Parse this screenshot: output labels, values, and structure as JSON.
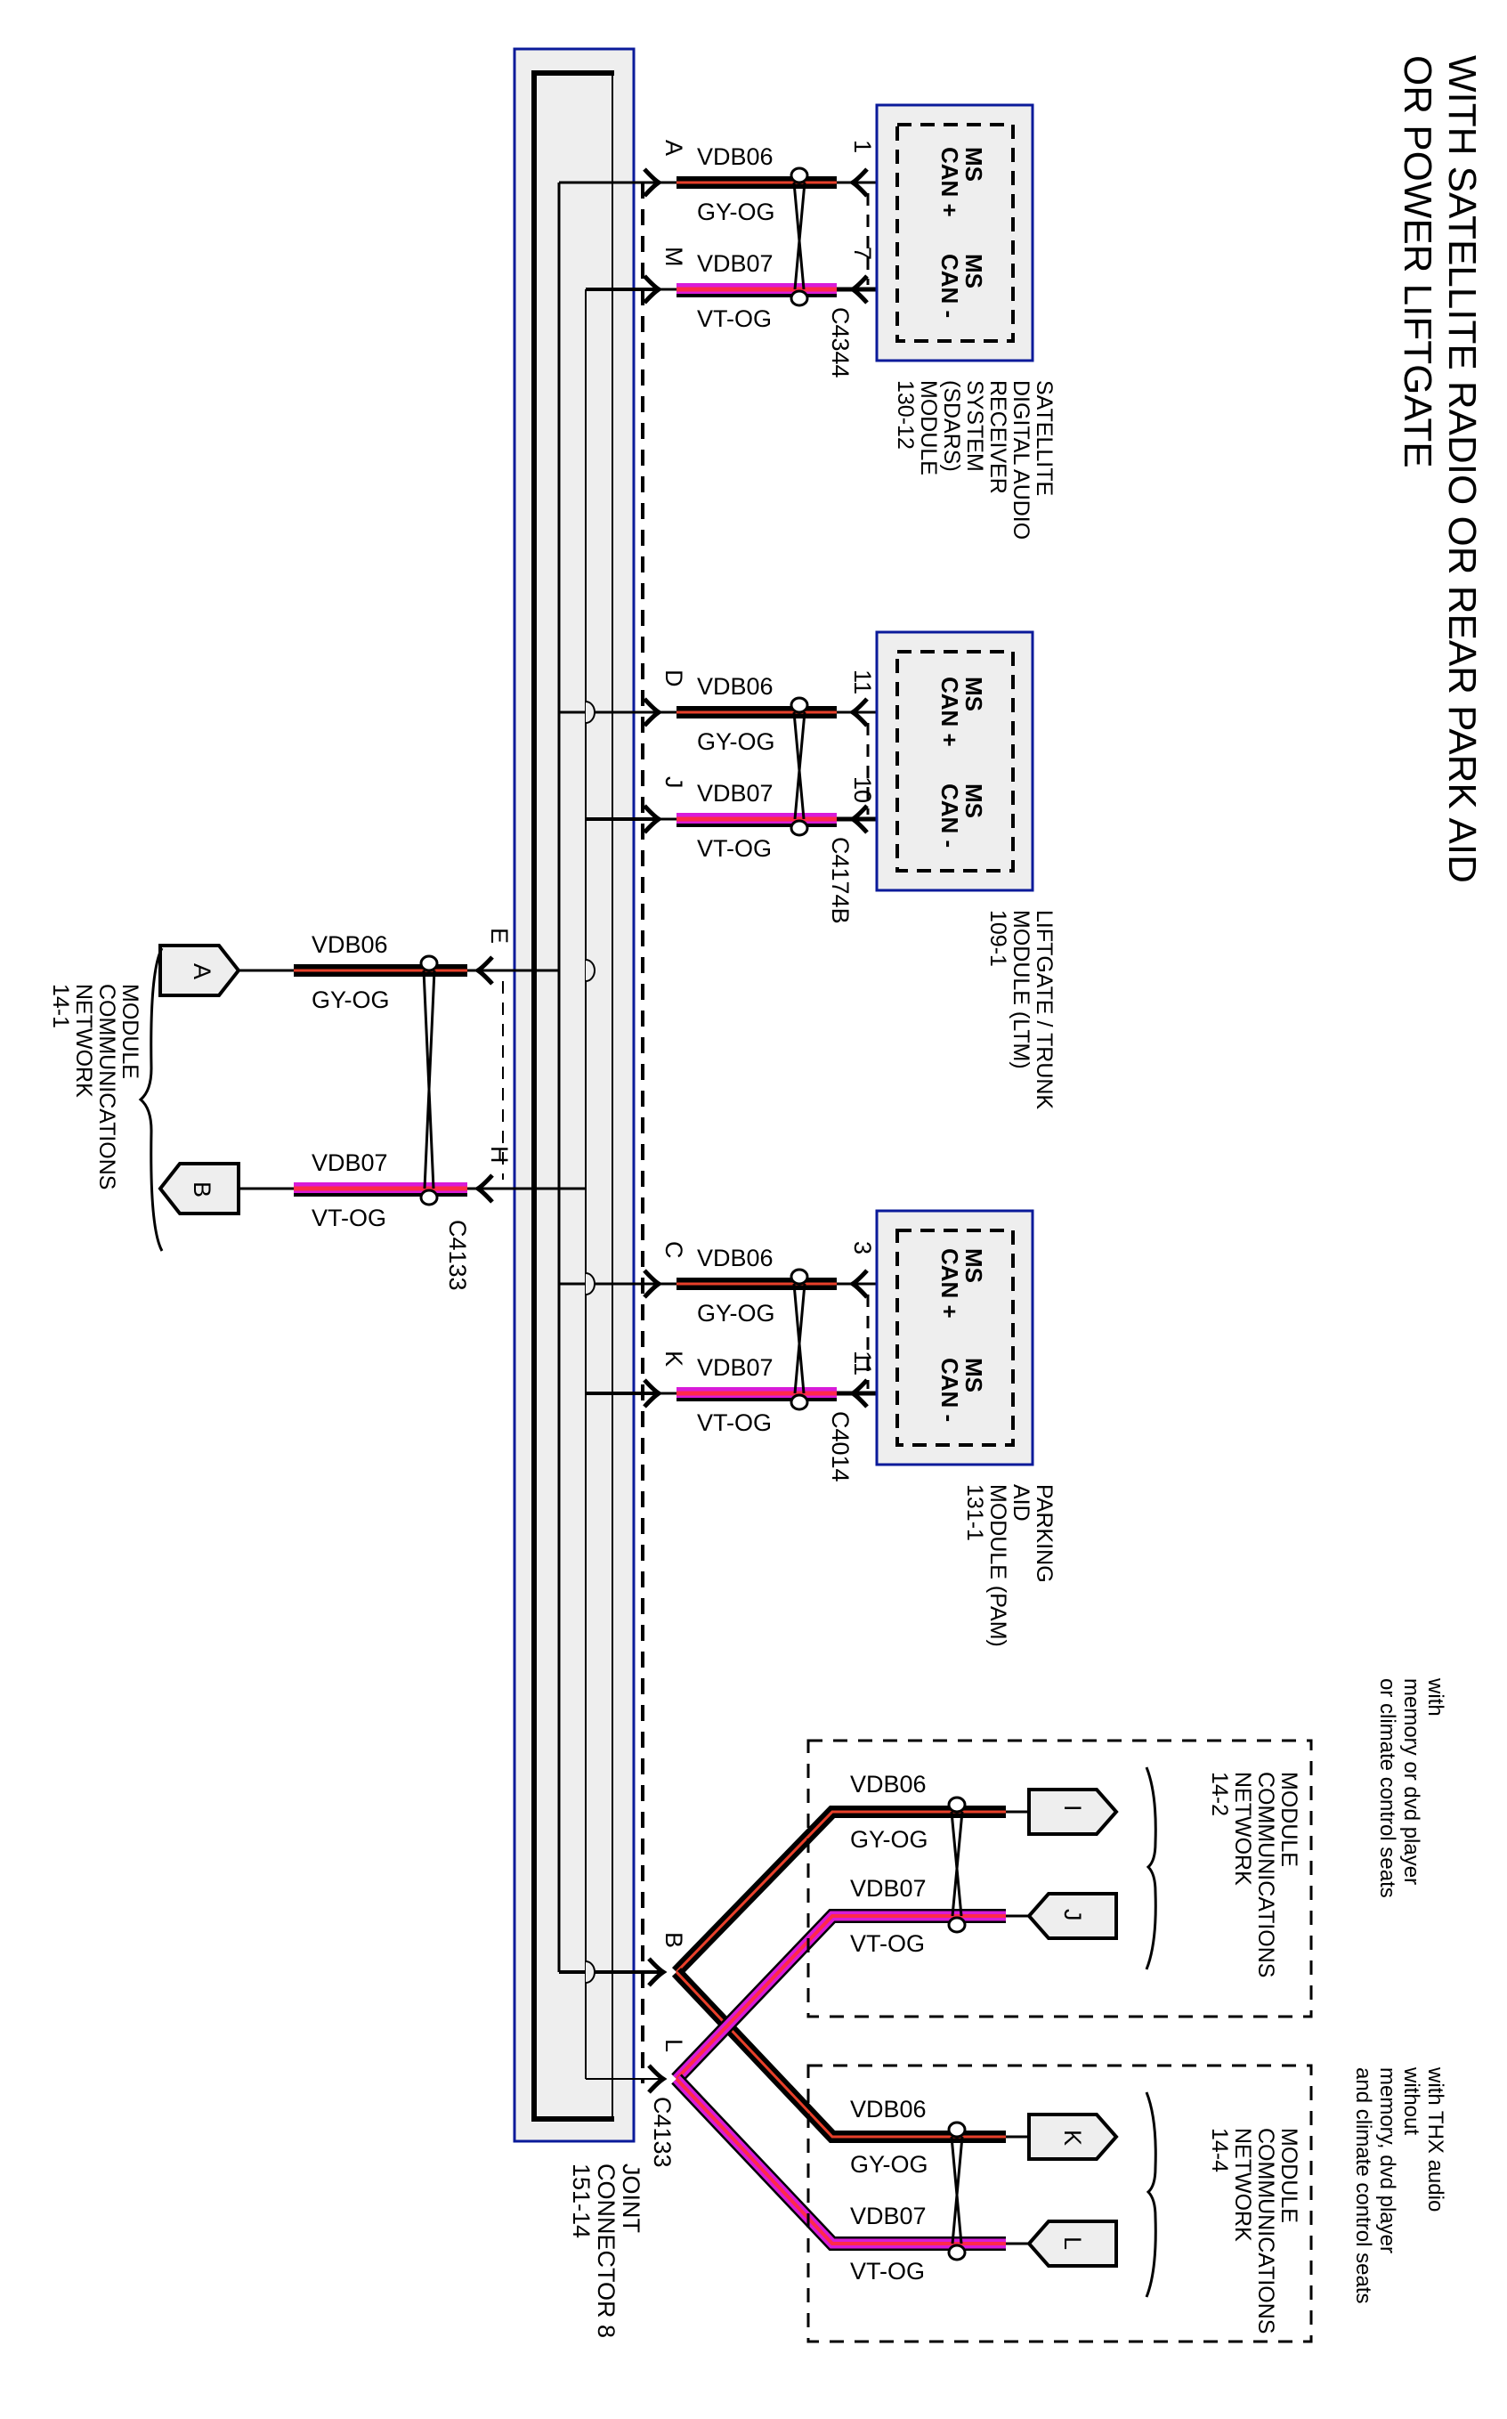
{
  "title": {
    "line1": "WITH SATELLITE RADIO OR REAR PARK AID",
    "line2": "OR POWER LIFTGATE"
  },
  "colors": {
    "can_plus_wire_outer": "#000000",
    "can_plus_wire_stripe": "#e8402a",
    "can_minus_wire_outer": "#d81bd8",
    "can_minus_wire_stripe": "#ff2a4a",
    "module_fill": "#eeeeee",
    "module_border": "#0a1a9a"
  },
  "joint_connector": {
    "label_lines": [
      "JOINT",
      "CONNECTOR 8",
      "151-14"
    ],
    "connector_id": "C4133"
  },
  "modules": [
    {
      "id": "sdars",
      "label_lines": [
        "SATELLITE",
        "DIGITAL AUDIO",
        "RECEIVER",
        "SYSTEM",
        "(SDARS)",
        "MODULE",
        "130-12"
      ],
      "connector": "C4344",
      "pins": [
        {
          "joint_pin": "A",
          "module_pin": "1",
          "circuit": "VDB06",
          "color": "GY-OG",
          "signal_lines": [
            "MS",
            "CAN +"
          ]
        },
        {
          "joint_pin": "M",
          "module_pin": "7",
          "circuit": "VDB07",
          "color": "VT-OG",
          "signal_lines": [
            "MS",
            "CAN -"
          ]
        }
      ]
    },
    {
      "id": "ltm",
      "label_lines": [
        "LIFTGATE / TRUNK",
        "MODULE (LTM)",
        "109-1"
      ],
      "connector": "C4174B",
      "pins": [
        {
          "joint_pin": "D",
          "module_pin": "11",
          "circuit": "VDB06",
          "color": "GY-OG",
          "signal_lines": [
            "MS",
            "CAN +"
          ]
        },
        {
          "joint_pin": "J",
          "module_pin": "10",
          "circuit": "VDB07",
          "color": "VT-OG",
          "signal_lines": [
            "MS",
            "CAN -"
          ]
        }
      ]
    },
    {
      "id": "pam",
      "label_lines": [
        "PARKING",
        "AID",
        "MODULE (PAM)",
        "131-1"
      ],
      "connector": "C4014",
      "pins": [
        {
          "joint_pin": "C",
          "module_pin": "3",
          "circuit": "VDB06",
          "color": "GY-OG",
          "signal_lines": [
            "MS",
            "CAN +"
          ]
        },
        {
          "joint_pin": "K",
          "module_pin": "11",
          "circuit": "VDB07",
          "color": "VT-OG",
          "signal_lines": [
            "MS",
            "CAN -"
          ]
        }
      ]
    }
  ],
  "network_141": {
    "label_lines": [
      "MODULE",
      "COMMUNICATIONS",
      "NETWORK",
      "14-1"
    ],
    "connector": "C4133",
    "pins": [
      {
        "joint_pin": "E",
        "flag": "A",
        "circuit": "VDB06",
        "color": "GY-OG"
      },
      {
        "joint_pin": "H",
        "flag": "B",
        "circuit": "VDB07",
        "color": "VT-OG"
      }
    ]
  },
  "branch_joint_pins": {
    "plus_pin": "B",
    "minus_pin": "L"
  },
  "option_blocks": [
    {
      "id": "opt-142",
      "condition_lines": [
        "with",
        "memory or dvd player",
        "or climate control seats"
      ],
      "label_lines": [
        "MODULE",
        "COMMUNICATIONS",
        "NETWORK",
        "14-2"
      ],
      "wires": [
        {
          "flag": "I",
          "circuit": "VDB06",
          "color": "GY-OG"
        },
        {
          "flag": "J",
          "circuit": "VDB07",
          "color": "VT-OG"
        }
      ]
    },
    {
      "id": "opt-144",
      "condition_lines": [
        "with THX audio",
        "without",
        "memory, dvd player",
        "and climate control seats"
      ],
      "label_lines": [
        "MODULE",
        "COMMUNICATIONS",
        "NETWORK",
        "14-4"
      ],
      "wires": [
        {
          "flag": "K",
          "circuit": "VDB06",
          "color": "GY-OG"
        },
        {
          "flag": "L",
          "circuit": "VDB07",
          "color": "VT-OG"
        }
      ]
    }
  ]
}
